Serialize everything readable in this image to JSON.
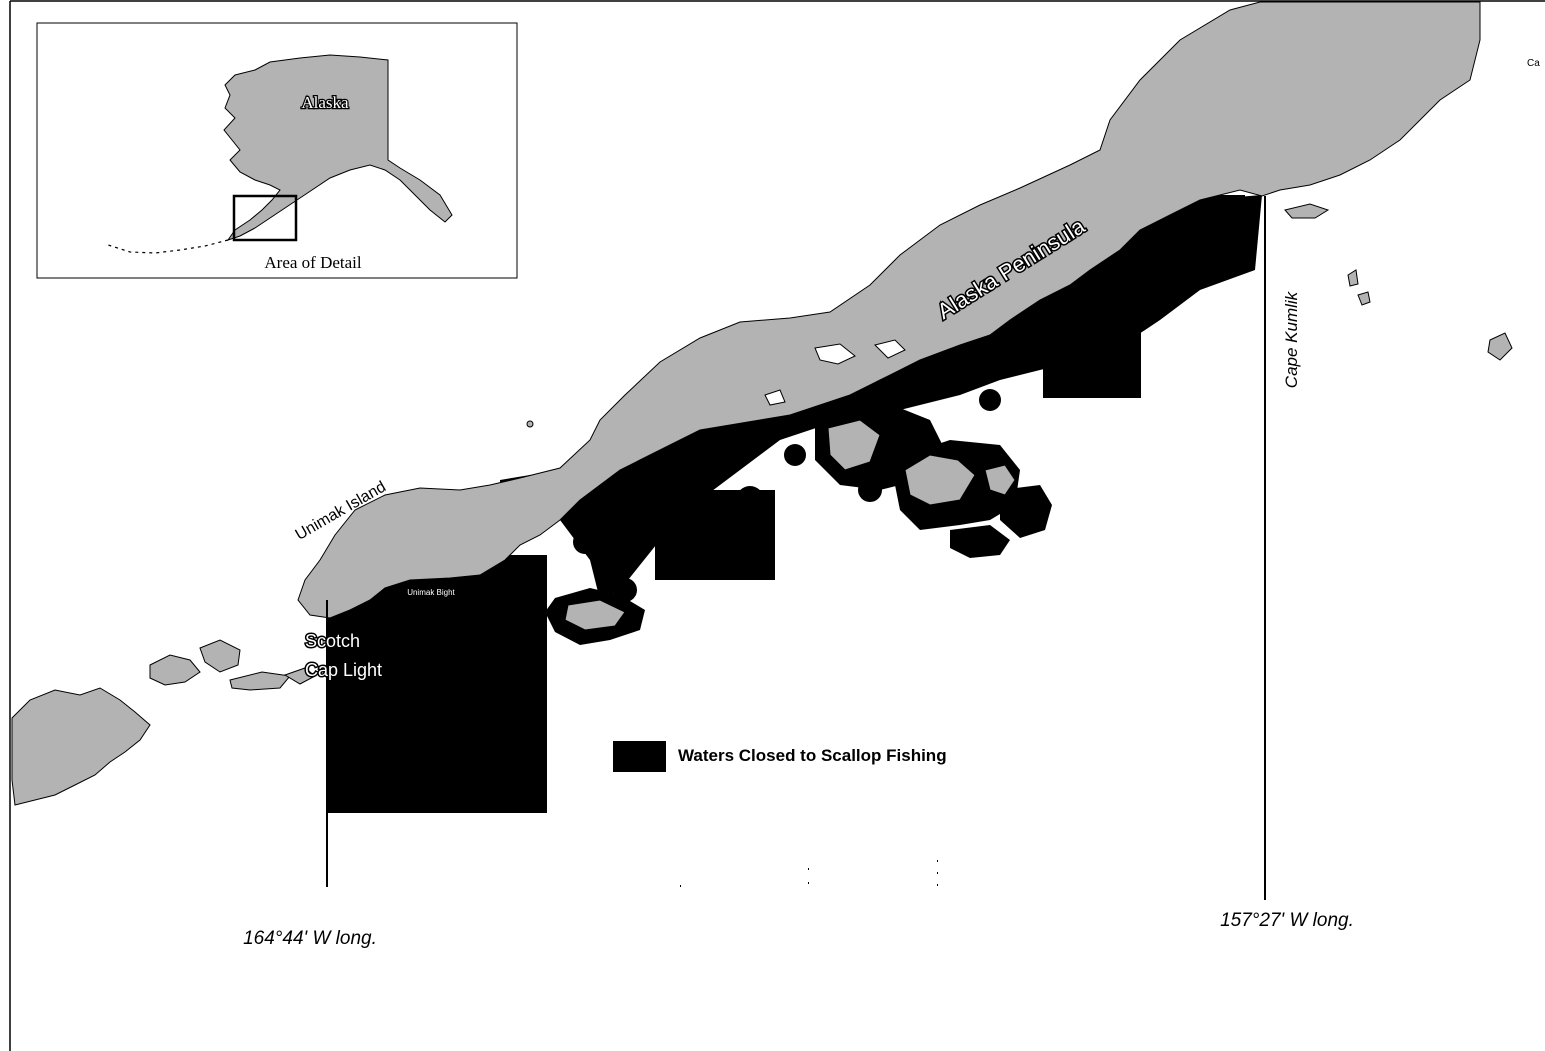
{
  "map": {
    "colors": {
      "land": "#b3b3b3",
      "closed_waters": "#000000",
      "water": "#ffffff",
      "border": "#000000"
    },
    "labels": {
      "alaska_peninsula": "Alaska Peninsula",
      "unimak_island": "Unimak Island",
      "unimak_bight": "Unimak Bight",
      "scotch_cap_line1": "Scotch",
      "scotch_cap_line2": "Cap Light",
      "cape_kumlik": "Cape Kumlik",
      "cut_off_label": "Ca",
      "west_longitude": "164°44' W long.",
      "east_longitude": "157°27' W long."
    },
    "legend": {
      "label": "Waters Closed to Scallop Fishing"
    },
    "inset": {
      "state_label": "Alaska",
      "caption": "Area of Detail"
    }
  }
}
